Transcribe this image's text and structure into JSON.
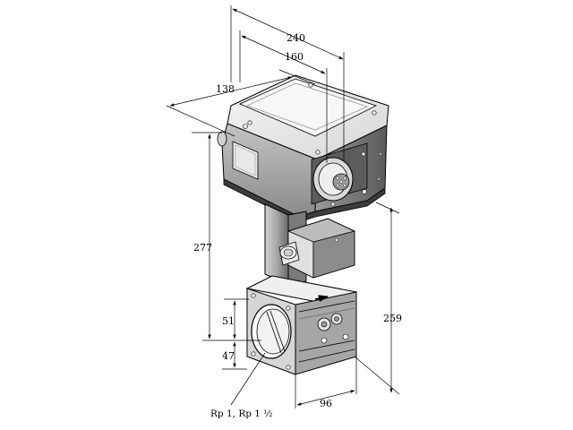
{
  "dimensions": {
    "d240": "240",
    "d160": "160",
    "d138": "138",
    "d277": "277",
    "d259": "259",
    "d51": "51",
    "d47": "47",
    "d96": "96"
  },
  "connection_label": "Rp 1, Rp 1 ½",
  "colors": {
    "line": "#000000",
    "housing_light": "#eeeeee",
    "housing_mid": "#cfcfcf",
    "housing_dark": "#7a7a7a",
    "housing_darker": "#4a4a4a"
  }
}
